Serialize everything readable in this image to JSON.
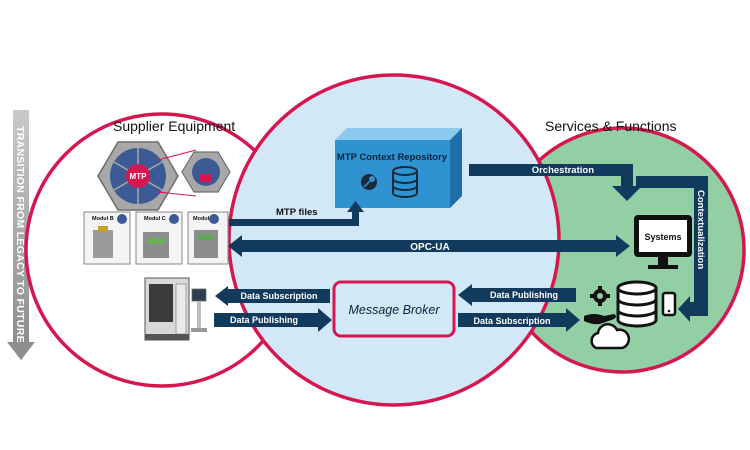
{
  "sidebar": {
    "transition_label": "TRANSITION FROM LEGACY TO FUTURE"
  },
  "supplier": {
    "title": "Supplier Equipment",
    "mtp_label": "MTP",
    "modules": [
      "Modul B",
      "Modul C",
      "Modul D"
    ]
  },
  "repository": {
    "title": "MTP Context Repository"
  },
  "services": {
    "title": "Services & Functions",
    "systems_label": "Systems"
  },
  "broker": {
    "title": "Message Broker"
  },
  "flows": {
    "mtp_files": "MTP files",
    "opc_ua": "OPC-UA",
    "orchestration": "Orchestration",
    "contextualization": "Contextualization",
    "data_subscription_left": "Data Subscription",
    "data_publishing_left": "Data Publishing",
    "data_publishing_right": "Data Publishing",
    "data_subscription_right": "Data Subscription"
  },
  "colors": {
    "circle_border": "#d6174f",
    "left_fill": "#ffffff",
    "middle_fill": "#d3e8f6",
    "right_fill": "#93cfa5",
    "arrow_navy": "#123a5c",
    "cube_face": "#2f93d2",
    "cube_top": "#8cc9ee",
    "cube_side": "#1e6ea7"
  },
  "icons": [
    "database-icon",
    "steam-icon",
    "gear-icon",
    "cloud-icon",
    "phone-icon",
    "monitor-icon",
    "hand-icon"
  ]
}
